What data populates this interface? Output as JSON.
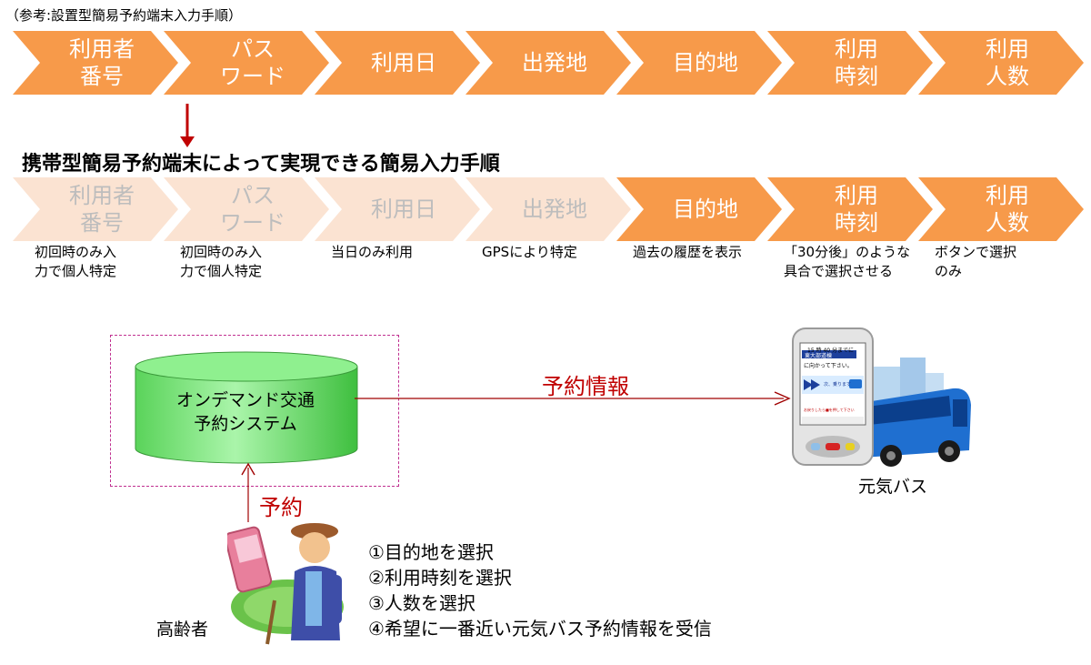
{
  "top_caption": "（参考:設置型簡易予約端末入力手順）",
  "top_steps": [
    {
      "label": "利用者\n番号"
    },
    {
      "label": "パス\nワード"
    },
    {
      "label": "利用日"
    },
    {
      "label": "出発地"
    },
    {
      "label": "目的地"
    },
    {
      "label": "利用\n時刻"
    },
    {
      "label": "利用\n人数"
    }
  ],
  "section_title": "携帯型簡易予約端末によって実現できる簡易入力手順",
  "bottom_steps": [
    {
      "label": "利用者\n番号",
      "state": "off",
      "note": "初回時のみ入\n力で個人特定"
    },
    {
      "label": "パス\nワード",
      "state": "off",
      "note": "初回時のみ入\n力で個人特定"
    },
    {
      "label": "利用日",
      "state": "off",
      "note": "当日のみ利用"
    },
    {
      "label": "出発地",
      "state": "off",
      "note": "GPSにより特定"
    },
    {
      "label": "目的地",
      "state": "on",
      "note": "過去の履歴を表示"
    },
    {
      "label": "利用\n時刻",
      "state": "on",
      "note": "「30分後」のような\n具合で選択させる"
    },
    {
      "label": "利用\n人数",
      "state": "on",
      "note": "ボタンで選択\nのみ"
    }
  ],
  "system_label": "オンデマンド交通\n予約システム",
  "arrow_label_info": "予約情報",
  "arrow_label_reserve": "予約",
  "bus_caption": "元気バス",
  "elder_caption": "高齢者",
  "phone_screen": {
    "line1": "15 時 40 分までに",
    "line2": "東大部道棟",
    "line3": "に向かって下さい。",
    "line4": "次、乗ります",
    "line5": "お戻りしたら■を押して下さい"
  },
  "instructions": [
    "①目的地を選択",
    "②利用時刻を選択",
    "③人数を選択",
    "④希望に一番近い元気バス予約情報を受信"
  ],
  "colors": {
    "chevron_active": "#f79a4a",
    "chevron_inactive": "#fbe3d2",
    "arrow_red": "#c00000",
    "cylinder_green": "#7ee87e",
    "dashed_border": "#c03090"
  }
}
